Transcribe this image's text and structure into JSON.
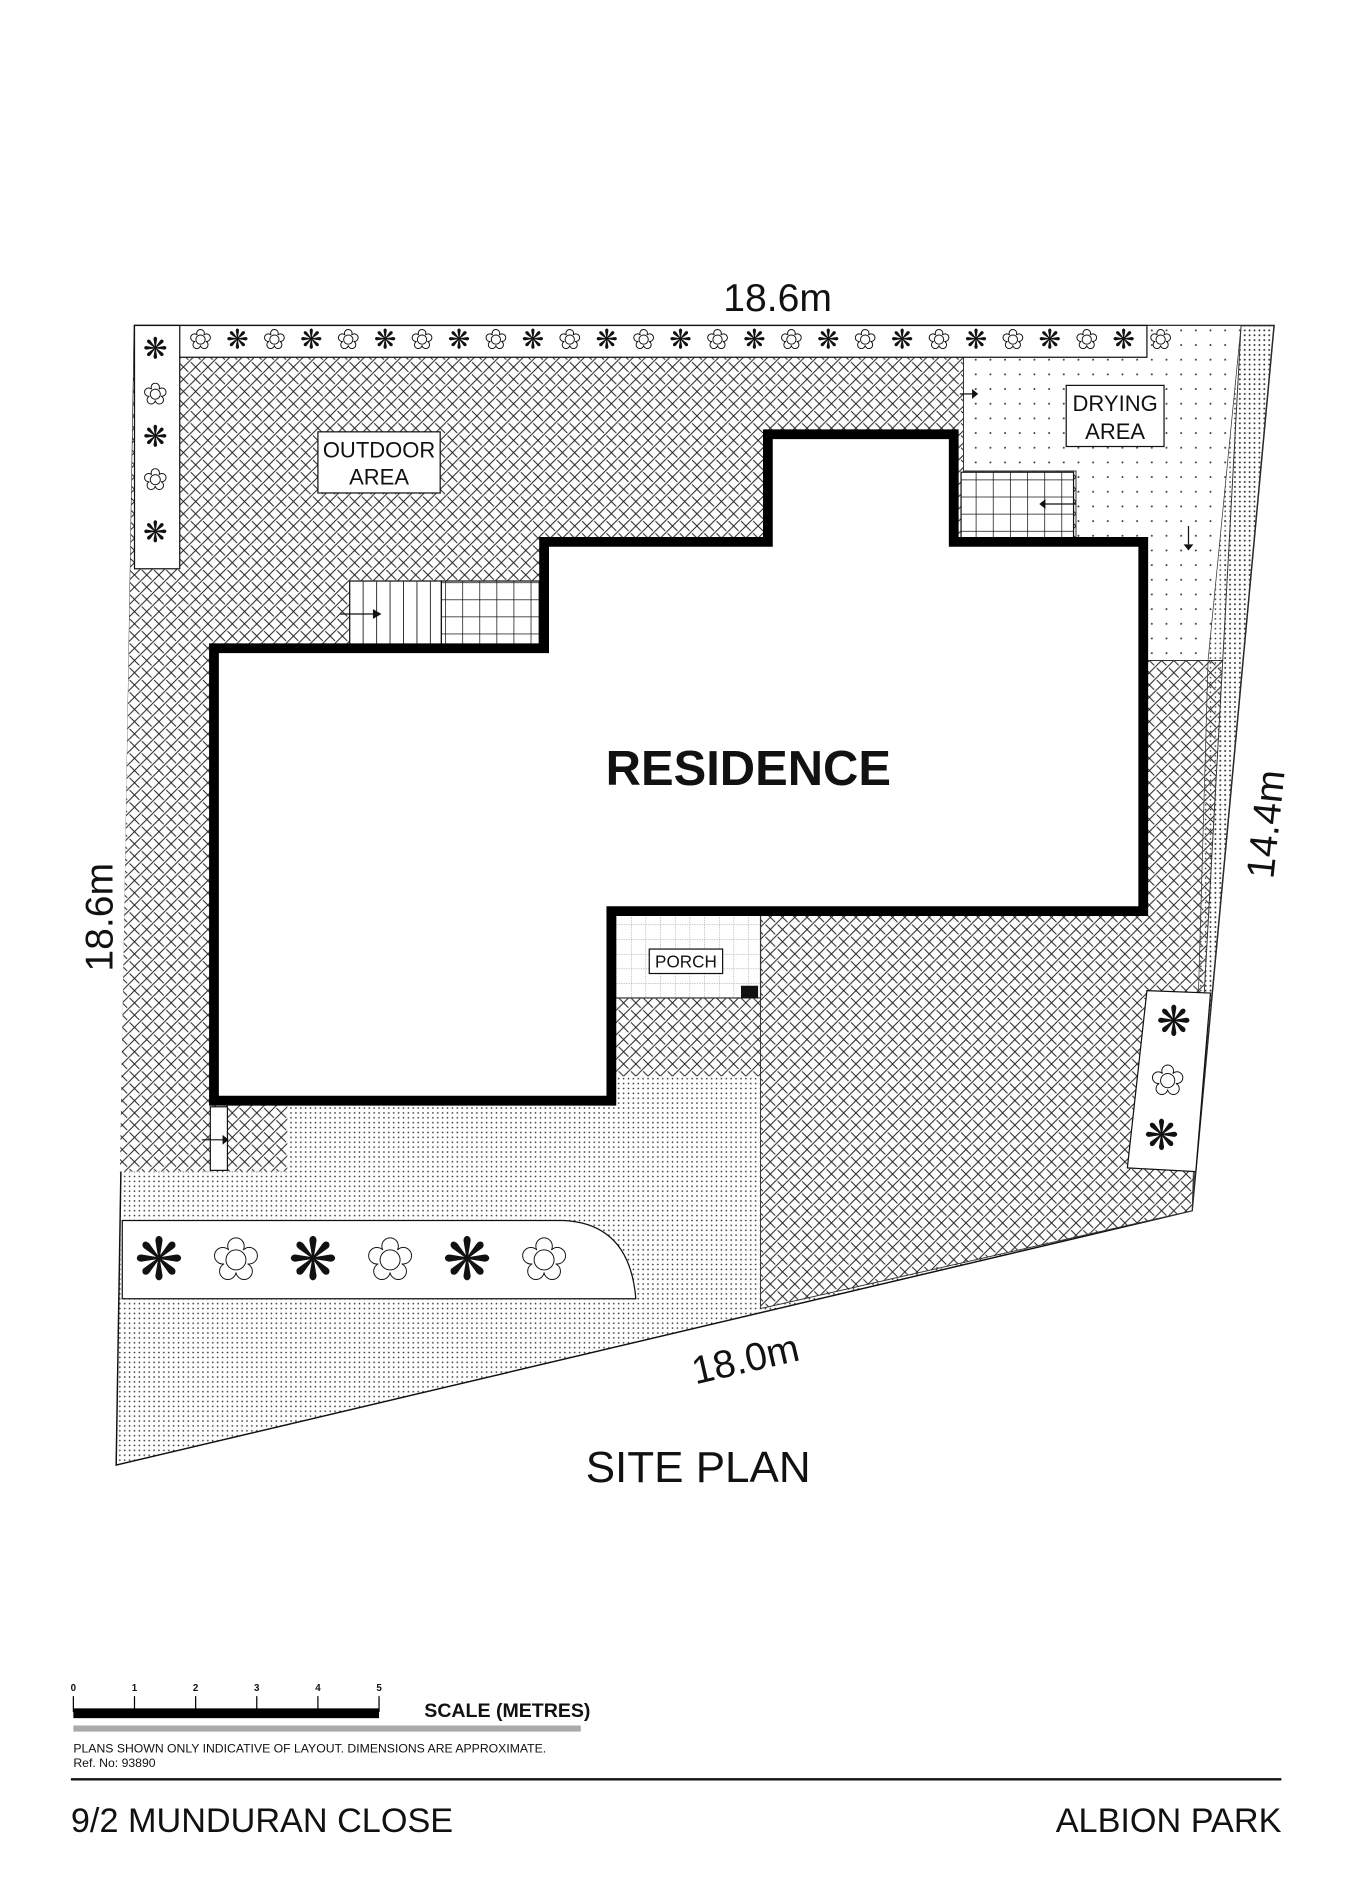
{
  "dimensions": {
    "top": "18.6m",
    "left": "18.6m",
    "right": "14.4m",
    "bottom": "18.0m"
  },
  "labels": {
    "residence": "RESIDENCE",
    "outdoor_area_1": "OUTDOOR",
    "outdoor_area_2": "AREA",
    "drying_area_1": "DRYING",
    "drying_area_2": "AREA",
    "porch": "PORCH"
  },
  "title": "SITE PLAN",
  "scale": {
    "ticks": [
      "0",
      "1",
      "2",
      "3",
      "4",
      "5"
    ],
    "label": "SCALE (METRES)"
  },
  "notes": {
    "disclaimer": "PLANS SHOWN ONLY INDICATIVE OF LAYOUT.  DIMENSIONS ARE APPROXIMATE.",
    "ref": "Ref. No: 93890"
  },
  "footer": {
    "address": "9/2 MUNDURAN CLOSE",
    "suburb": "ALBION PARK"
  },
  "icons": {
    "plant_a": "✿",
    "plant_b": "❋"
  }
}
